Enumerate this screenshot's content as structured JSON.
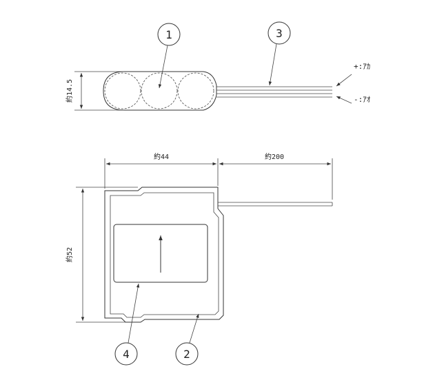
{
  "callouts": {
    "c1": "1",
    "c2": "2",
    "c3": "3",
    "c4": "4"
  },
  "dimensions": {
    "height_top": "約14.5",
    "width": "約44",
    "lead_length": "約200",
    "height": "約52"
  },
  "lead_labels": {
    "plus": "+:ｱｶ",
    "minus": "-:ｱｵ"
  }
}
